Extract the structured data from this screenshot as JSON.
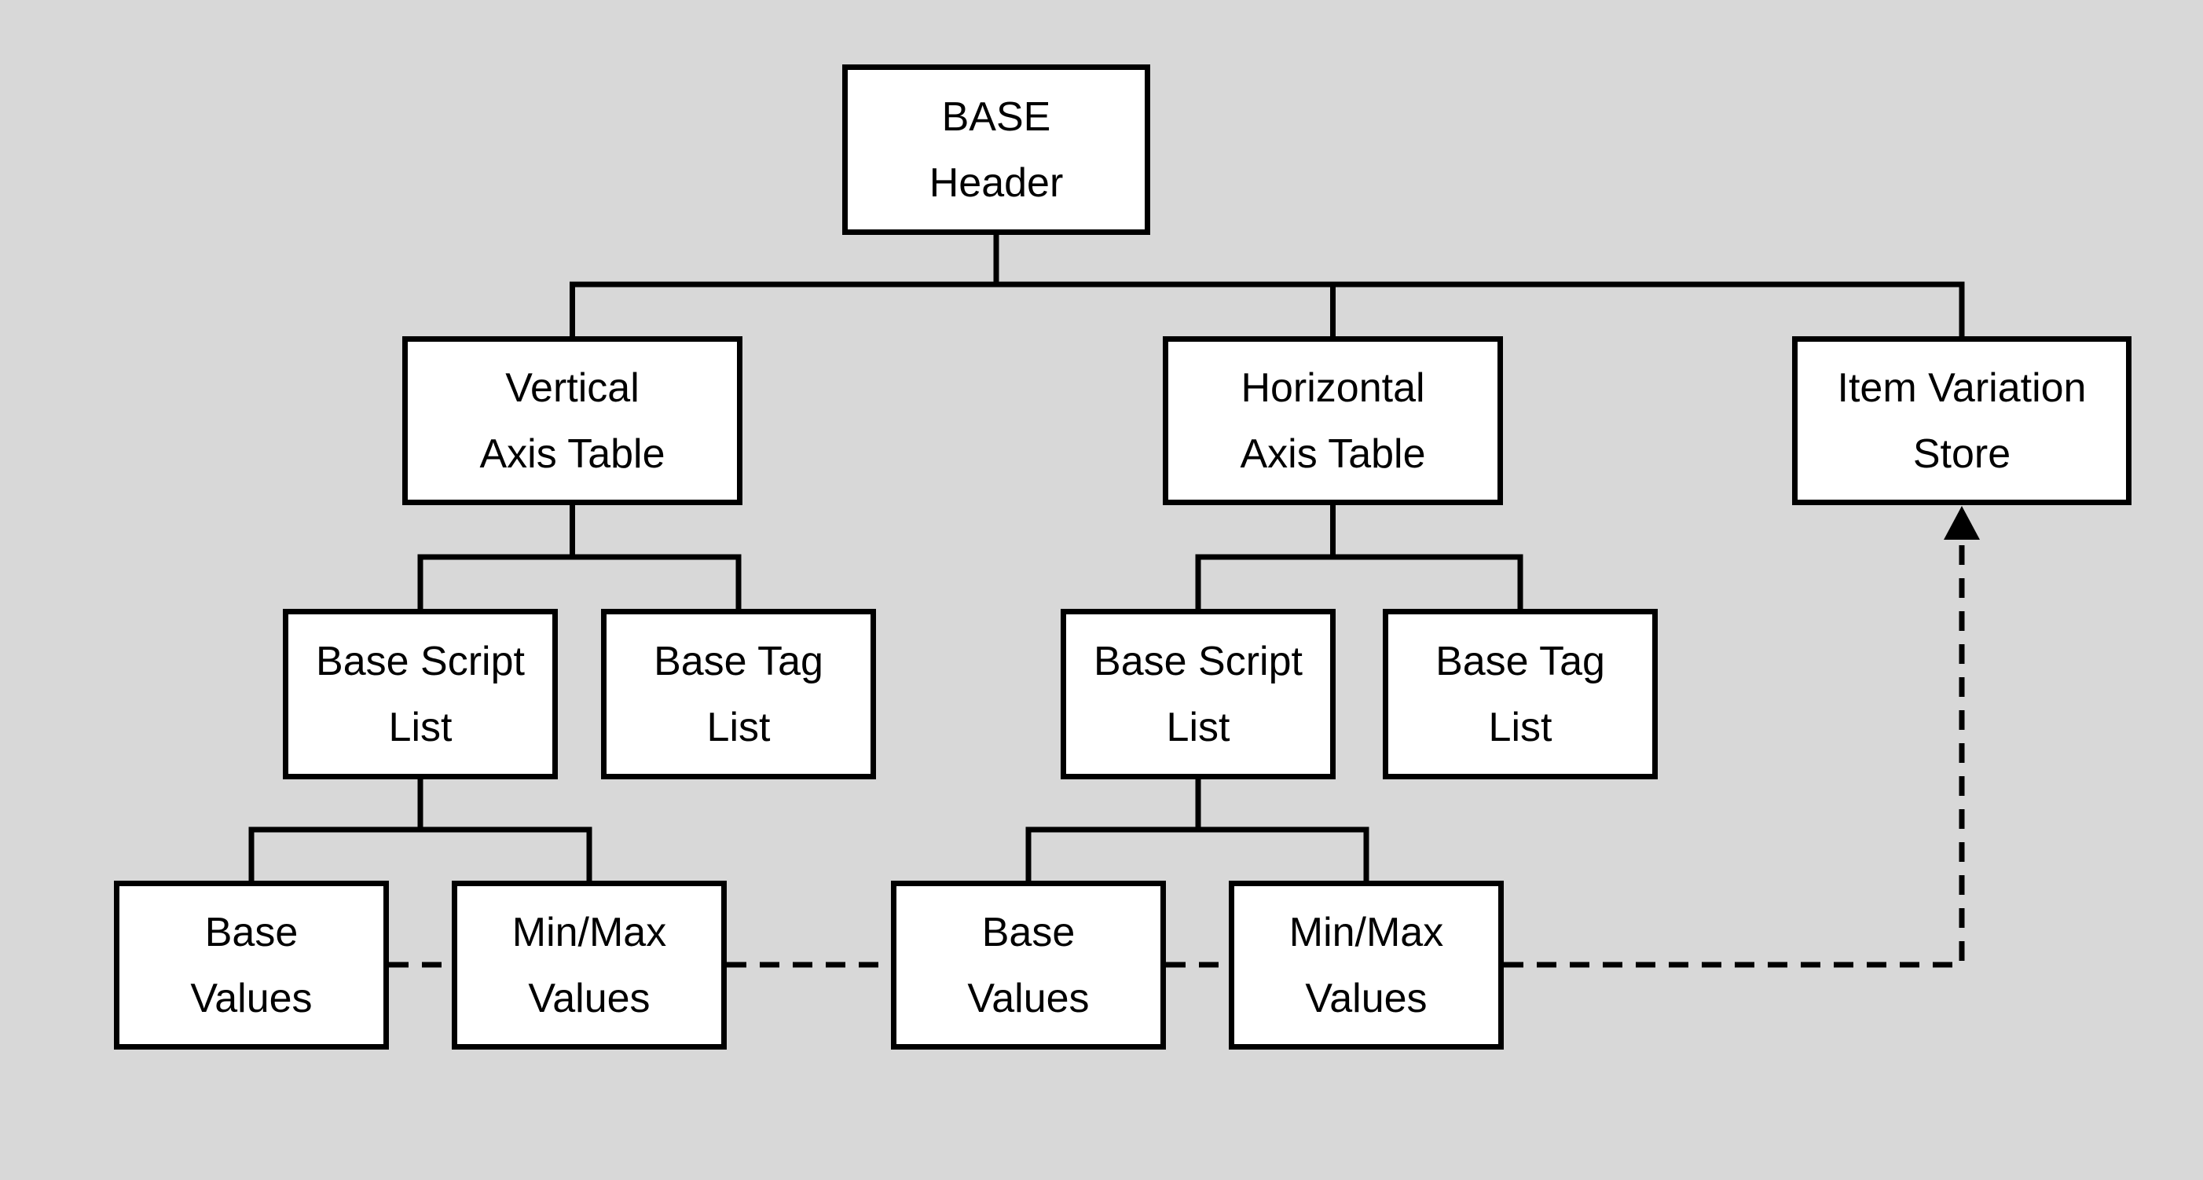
{
  "diagram": {
    "description": "Hierarchy diagram of a BASE (Baseline) table structure",
    "colors": {
      "background": "#d8d8d8",
      "node_fill": "#ffffff",
      "node_border": "#000000",
      "connector": "#000000"
    },
    "nodes": {
      "base_header": {
        "label": "BASE\nHeader"
      },
      "vertical_axis_table": {
        "label": "Vertical\nAxis Table"
      },
      "horizontal_axis_table": {
        "label": "Horizontal\nAxis Table"
      },
      "item_variation_store": {
        "label": "Item Variation\nStore"
      },
      "vertical_base_script_list": {
        "label": "Base Script\nList"
      },
      "vertical_base_tag_list": {
        "label": "Base Tag\nList"
      },
      "horizontal_base_script_list": {
        "label": "Base Script\nList"
      },
      "horizontal_base_tag_list": {
        "label": "Base Tag\nList"
      },
      "vertical_base_values": {
        "label": "Base\nValues"
      },
      "vertical_minmax_values": {
        "label": "Min/Max\nValues"
      },
      "horizontal_base_values": {
        "label": "Base\nValues"
      },
      "horizontal_minmax_values": {
        "label": "Min/Max\nValues"
      }
    },
    "edges": {
      "solid_parent_child": [
        [
          "BASE Header",
          "Vertical Axis Table"
        ],
        [
          "BASE Header",
          "Horizontal Axis Table"
        ],
        [
          "BASE Header",
          "Item Variation Store"
        ],
        [
          "Vertical Axis Table",
          "Base Script List"
        ],
        [
          "Vertical Axis Table",
          "Base Tag List"
        ],
        [
          "Horizontal Axis Table",
          "Base Script List"
        ],
        [
          "Horizontal Axis Table",
          "Base Tag List"
        ],
        [
          "Base Script List (vertical)",
          "Base Values"
        ],
        [
          "Base Script List (vertical)",
          "Min/Max Values"
        ],
        [
          "Base Script List (horizontal)",
          "Base Values"
        ],
        [
          "Base Script List (horizontal)",
          "Min/Max Values"
        ]
      ],
      "dashed_reference": "Base Values / Min/Max Values boxes chain via dashed line to an up-arrow into Item Variation Store"
    }
  }
}
